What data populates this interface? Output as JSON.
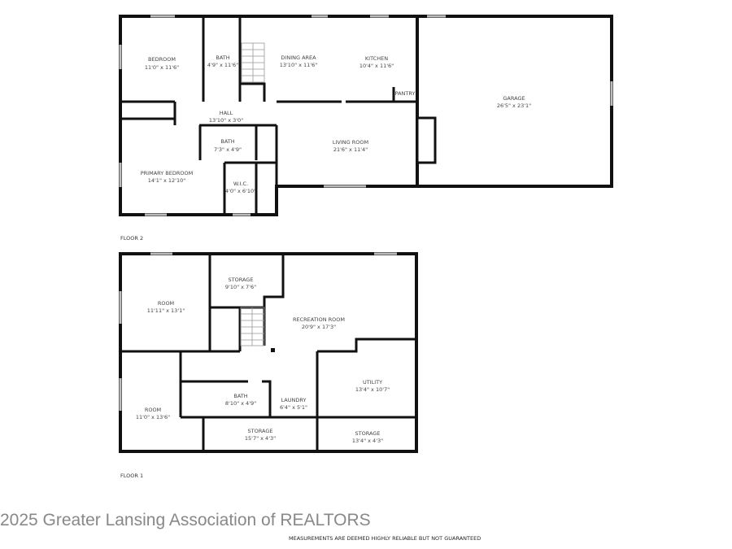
{
  "floor2": {
    "label": "FLOOR 2",
    "rooms": [
      {
        "name": "BEDROOM",
        "dims": "11'0\" x 11'6\""
      },
      {
        "name": "BATH",
        "dims": "4'9\" x 11'6\""
      },
      {
        "name": "DINING AREA",
        "dims": "13'10\" x 11'6\""
      },
      {
        "name": "KITCHEN",
        "dims": "10'4\" x 11'6\""
      },
      {
        "name": "PANTRY",
        "dims": ""
      },
      {
        "name": "GARAGE",
        "dims": "26'5\" x 23'1\""
      },
      {
        "name": "HALL",
        "dims": "13'10\" x 3'0\""
      },
      {
        "name": "BATH",
        "dims": "7'3\" x 4'9\""
      },
      {
        "name": "LIVING ROOM",
        "dims": "21'6\" x 11'4\""
      },
      {
        "name": "PRIMARY BEDROOM",
        "dims": "14'1\" x 12'10\""
      },
      {
        "name": "W.I.C.",
        "dims": "4'0\" x 6'10\""
      }
    ]
  },
  "floor1": {
    "label": "FLOOR 1",
    "rooms": [
      {
        "name": "ROOM",
        "dims": "11'11\" x 13'1\""
      },
      {
        "name": "STORAGE",
        "dims": "9'10\" x 7'6\""
      },
      {
        "name": "RECREATION ROOM",
        "dims": "20'9\" x 17'3\""
      },
      {
        "name": "UTILITY",
        "dims": "13'4\" x 10'7\""
      },
      {
        "name": "BATH",
        "dims": "8'10\" x 4'9\""
      },
      {
        "name": "LAUNDRY",
        "dims": "6'4\" x 5'1\""
      },
      {
        "name": "ROOM",
        "dims": "11'0\" x 13'6\""
      },
      {
        "name": "STORAGE",
        "dims": "15'7\" x 4'3\""
      },
      {
        "name": "STORAGE",
        "dims": "13'4\" x 4'3\""
      }
    ]
  },
  "watermark": "2025 Greater Lansing Association of REALTORS",
  "disclaimer": "MEASUREMENTS ARE DEEMED HIGHLY RELIABLE BUT NOT GUARANTEED"
}
